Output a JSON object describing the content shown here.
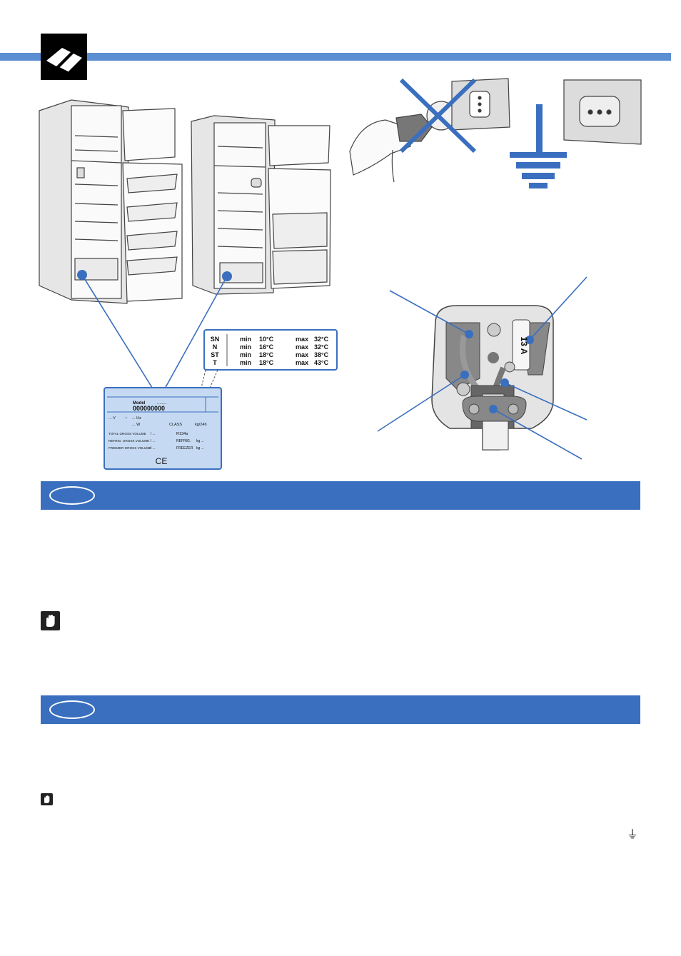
{
  "climate_table": {
    "rows": [
      {
        "cls": "SN",
        "min_label": "min",
        "min": "10°C",
        "max_label": "max",
        "max": "32°C"
      },
      {
        "cls": "N",
        "min_label": "min",
        "min": "16°C",
        "max_label": "max",
        "max": "32°C"
      },
      {
        "cls": "ST",
        "min_label": "min",
        "min": "18°C",
        "max_label": "max",
        "max": "38°C"
      },
      {
        "cls": "T",
        "min_label": "min",
        "min": "18°C",
        "max_label": "max",
        "max": "43°C"
      }
    ]
  },
  "rating_plate": {
    "model_label": "Model",
    "model_dots": "........",
    "model_number": "000000000",
    "voltage": "... V",
    "tilde": "~",
    "hz": "... Hz",
    "watt": "... W",
    "class_label": "CLASS",
    "kgh": "kg/24h",
    "total_gross": "TOTAL GROSS VOLUME",
    "refrig_gross": "REFRIG. GROSS VOLUME",
    "freezer_gross": "FREEZER GROSS VOLUME",
    "l1": "l ...",
    "l2": "l ...",
    "l3": "l ...",
    "r134a": "R134a",
    "refrig": "REFRIG.",
    "freezer": "FREEZER",
    "kg1": "kg ...",
    "kg2": "kg ...",
    "ce": "CE"
  },
  "fuse_label": "13 A",
  "earth_symbol": "⏚"
}
